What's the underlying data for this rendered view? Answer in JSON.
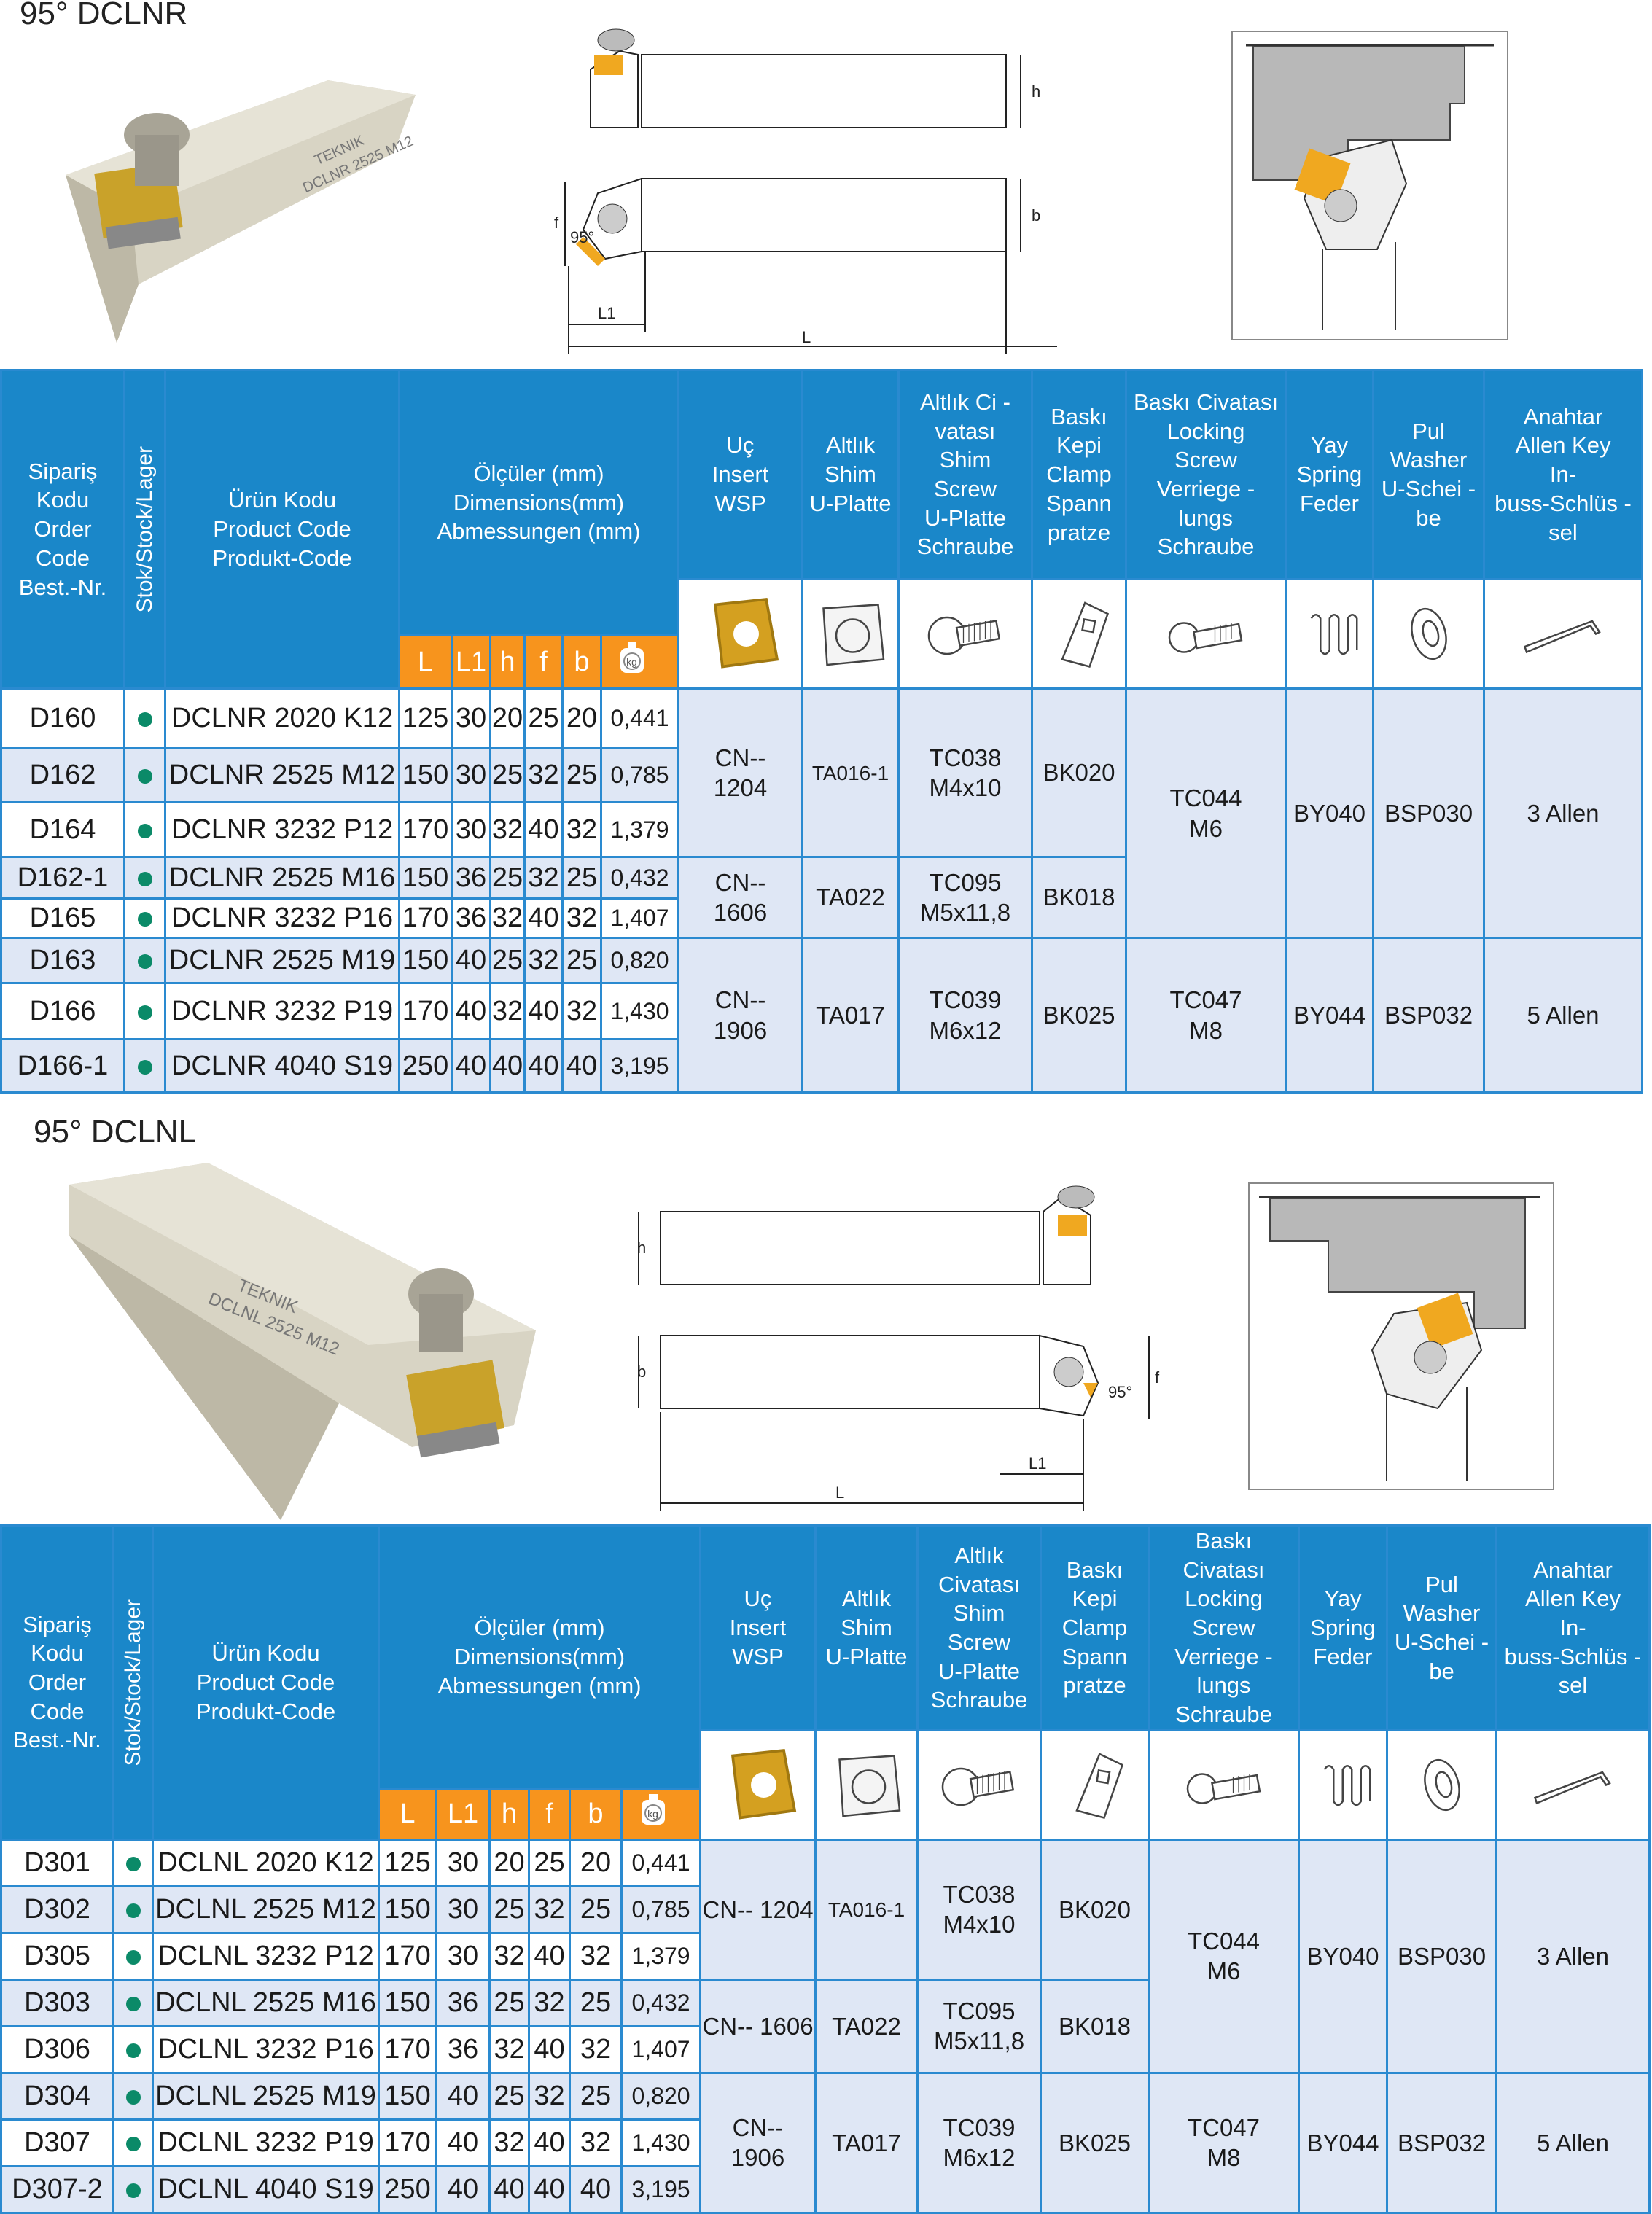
{
  "colors": {
    "header_blue": "#1a87c9",
    "orange": "#f7941d",
    "row_tint": "#dfe7f5",
    "stock_green": "#0b8a68"
  },
  "headers": {
    "order_code": "Sipariş\nKodu\nOrder\nCode\nBest.-Nr.",
    "stock": "Stok/Stock/Lager",
    "product_code": "Ürün Kodu\nProduct Code\nProdukt-Code",
    "dimensions": "Ölçüler (mm)\nDimensions(mm)\nAbmessungen (mm)",
    "dim_cols": [
      "L",
      "L1",
      "h",
      "f",
      "b",
      "kg"
    ],
    "icons": [
      "insert-icon",
      "shim-icon",
      "shim-screw-icon",
      "clamp-icon",
      "locking-screw-icon",
      "spring-icon",
      "washer-icon",
      "allen-key-icon"
    ]
  },
  "sections": [
    {
      "title": "95° DCLNR",
      "tool_brand": "TEKNIK",
      "tool_marking": "DCLNR 2525 M12",
      "diagram": {
        "h": "h",
        "b": "b",
        "f": "f",
        "angle": "95°",
        "L1": "L1",
        "L": "L"
      },
      "parts_headers": [
        "Uç\nInsert\nWSP",
        "Altlık\nShim\nU-Platte",
        "Altlık  Ci -\nvatası\nShim\nScrew\nU-Platte\nSchraube",
        "Baskı\nKepi\nClamp\nSpann\npratze",
        "Baskı Civatası\nLocking\nScrew\nVerriege -\nlungs\nSchraube",
        "Yay\nSpring\nFeder",
        "Pul\nWasher\nU-Schei -\nbe",
        "Anahtar\nAllen Key\nIn-\nbuss-Schlüs  -\nsel"
      ],
      "rows": [
        {
          "order": "D160",
          "product": "DCLNR 2020 K12",
          "L": "125",
          "L1": "30",
          "h": "20",
          "f": "25",
          "b": "20",
          "kg": "0,441"
        },
        {
          "order": "D162",
          "product": "DCLNR 2525 M12",
          "L": "150",
          "L1": "30",
          "h": "25",
          "f": "32",
          "b": "25",
          "kg": "0,785"
        },
        {
          "order": "D164",
          "product": "DCLNR 3232 P12",
          "L": "170",
          "L1": "30",
          "h": "32",
          "f": "40",
          "b": "32",
          "kg": "1,379"
        },
        {
          "order": "D162-1",
          "product": "DCLNR 2525 M16",
          "L": "150",
          "L1": "36",
          "h": "25",
          "f": "32",
          "b": "25",
          "kg": "0,432"
        },
        {
          "order": "D165",
          "product": "DCLNR 3232 P16",
          "L": "170",
          "L1": "36",
          "h": "32",
          "f": "40",
          "b": "32",
          "kg": "1,407"
        },
        {
          "order": "D163",
          "product": "DCLNR 2525 M19",
          "L": "150",
          "L1": "40",
          "h": "25",
          "f": "32",
          "b": "25",
          "kg": "0,820"
        },
        {
          "order": "D166",
          "product": "DCLNR 3232 P19",
          "L": "170",
          "L1": "40",
          "h": "32",
          "f": "40",
          "b": "32",
          "kg": "1,430"
        },
        {
          "order": "D166-1",
          "product": "DCLNR 4040 S19",
          "L": "250",
          "L1": "40",
          "h": "40",
          "f": "40",
          "b": "40",
          "kg": "3,195"
        }
      ],
      "parts": [
        [
          {
            "rows": 3,
            "value": "CN--\n1204"
          },
          {
            "rows": 2,
            "value": "CN--\n1606"
          },
          {
            "rows": 3,
            "value": "CN--\n1906"
          }
        ],
        [
          {
            "rows": 3,
            "value": "TA016-1"
          },
          {
            "rows": 2,
            "value": "TA022"
          },
          {
            "rows": 3,
            "value": "TA017"
          }
        ],
        [
          {
            "rows": 3,
            "value": "TC038\nM4x10"
          },
          {
            "rows": 2,
            "value": "TC095\nM5x11,8"
          },
          {
            "rows": 3,
            "value": "TC039\nM6x12"
          }
        ],
        [
          {
            "rows": 3,
            "value": "BK020"
          },
          {
            "rows": 2,
            "value": "BK018"
          },
          {
            "rows": 3,
            "value": "BK025"
          }
        ],
        [
          {
            "rows": 5,
            "value": "TC044\nM6"
          },
          {
            "rows": 3,
            "value": "TC047\nM8"
          }
        ],
        [
          {
            "rows": 5,
            "value": "BY040"
          },
          {
            "rows": 3,
            "value": "BY044"
          }
        ],
        [
          {
            "rows": 5,
            "value": "BSP030"
          },
          {
            "rows": 3,
            "value": "BSP032"
          }
        ],
        [
          {
            "rows": 5,
            "value": "3 Allen"
          },
          {
            "rows": 3,
            "value": "5 Allen"
          }
        ]
      ]
    },
    {
      "title": "95° DCLNL",
      "tool_brand": "TEKNIK",
      "tool_marking": "DCLNL 2525 M12",
      "diagram": {
        "h": "h",
        "b": "b",
        "f": "f",
        "angle": "95°",
        "L1": "L1",
        "L": "L"
      },
      "parts_headers": [
        "Uç\nInsert\nWSP",
        "Altlık\nShim\nU-Platte",
        "Altlık\nCivatası\nShim\nScrew\nU-Platte\nSchraube",
        "Baskı\nKepi\nClamp\nSpann\npratze",
        "Baskı\nCivatası\nLocking\nScrew\nVerriege -\nlungs\nSchraube",
        "Yay\nSpring\nFeder",
        "Pul\nWasher\nU-Schei -\nbe",
        "Anahtar\nAllen Key\nIn-\nbuss-Schlüs  -\nsel"
      ],
      "rows": [
        {
          "order": "D301",
          "product": "DCLNL 2020 K12",
          "L": "125",
          "L1": "30",
          "h": "20",
          "f": "25",
          "b": "20",
          "kg": "0,441"
        },
        {
          "order": "D302",
          "product": "DCLNL 2525 M12",
          "L": "150",
          "L1": "30",
          "h": "25",
          "f": "32",
          "b": "25",
          "kg": "0,785"
        },
        {
          "order": "D305",
          "product": "DCLNL 3232 P12",
          "L": "170",
          "L1": "30",
          "h": "32",
          "f": "40",
          "b": "32",
          "kg": "1,379"
        },
        {
          "order": "D303",
          "product": "DCLNL 2525 M16",
          "L": "150",
          "L1": "36",
          "h": "25",
          "f": "32",
          "b": "25",
          "kg": "0,432"
        },
        {
          "order": "D306",
          "product": "DCLNL 3232 P16",
          "L": "170",
          "L1": "36",
          "h": "32",
          "f": "40",
          "b": "32",
          "kg": "1,407"
        },
        {
          "order": "D304",
          "product": "DCLNL 2525 M19",
          "L": "150",
          "L1": "40",
          "h": "25",
          "f": "32",
          "b": "25",
          "kg": "0,820"
        },
        {
          "order": "D307",
          "product": "DCLNL 3232 P19",
          "L": "170",
          "L1": "40",
          "h": "32",
          "f": "40",
          "b": "32",
          "kg": "1,430"
        },
        {
          "order": "D307-2",
          "product": "DCLNL 4040 S19",
          "L": "250",
          "L1": "40",
          "h": "40",
          "f": "40",
          "b": "40",
          "kg": "3,195"
        }
      ],
      "parts": [
        [
          {
            "rows": 3,
            "value": "CN--  1204"
          },
          {
            "rows": 2,
            "value": "CN--  1606"
          },
          {
            "rows": 3,
            "value": "CN--\n1906"
          }
        ],
        [
          {
            "rows": 3,
            "value": "TA016-1"
          },
          {
            "rows": 2,
            "value": "TA022"
          },
          {
            "rows": 3,
            "value": "TA017"
          }
        ],
        [
          {
            "rows": 3,
            "value": "TC038\nM4x10"
          },
          {
            "rows": 2,
            "value": "TC095\nM5x11,8"
          },
          {
            "rows": 3,
            "value": "TC039\nM6x12"
          }
        ],
        [
          {
            "rows": 3,
            "value": "BK020"
          },
          {
            "rows": 2,
            "value": "BK018"
          },
          {
            "rows": 3,
            "value": "BK025"
          }
        ],
        [
          {
            "rows": 5,
            "value": "TC044\nM6"
          },
          {
            "rows": 3,
            "value": "TC047\nM8"
          }
        ],
        [
          {
            "rows": 5,
            "value": "BY040"
          },
          {
            "rows": 3,
            "value": "BY044"
          }
        ],
        [
          {
            "rows": 5,
            "value": "BSP030"
          },
          {
            "rows": 3,
            "value": "BSP032"
          }
        ],
        [
          {
            "rows": 5,
            "value": "3 Allen"
          },
          {
            "rows": 3,
            "value": "5 Allen"
          }
        ]
      ]
    }
  ]
}
